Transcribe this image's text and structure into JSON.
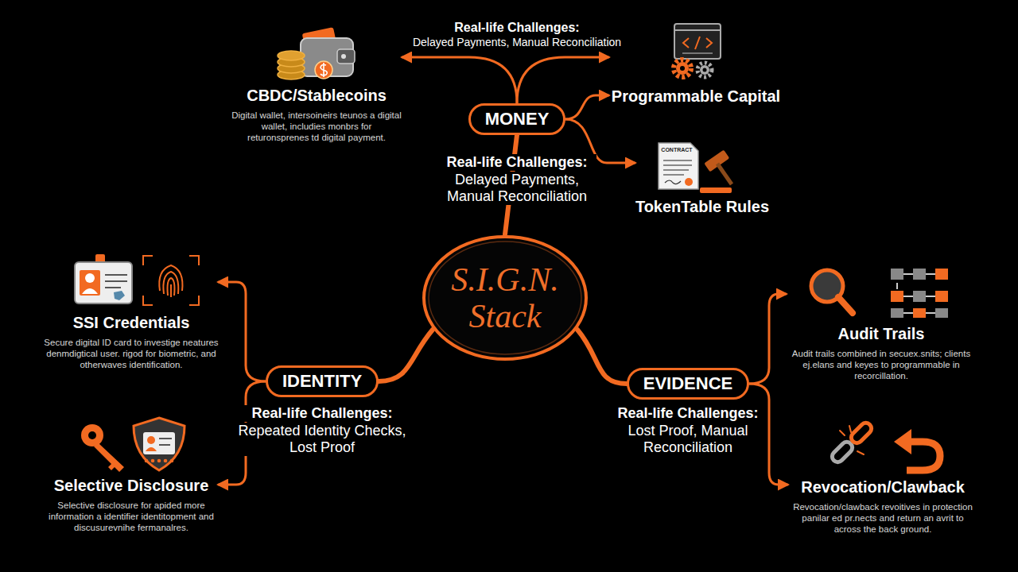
{
  "diagram": {
    "nodes": [
      {
        "text": [
          "S.I.G.N. Stack"
        ]
      },
      {
        "text": [
          "MONEY"
        ]
      },
      {
        "text": [
          "IDENTITY"
        ]
      },
      {
        "text": [
          "EVIDENCE"
        ]
      },
      {
        "text": [
          "CBDC/Stablecoins",
          "Digital wallet, intersoineirs teunos a digital wallet, includies monbrs for returonsprenes td digital payment."
        ]
      },
      {
        "text": [
          "Programmable Capital"
        ]
      },
      {
        "text": [
          "TokenTable Rules"
        ]
      },
      {
        "text": [
          "SSI Credentials",
          "Secure digital ID card to investige neatures denmdigtical user. rigod for biometric, and otherwaves identification."
        ]
      },
      {
        "text": [
          "Selective Disclosure",
          "Selective disclosure for apided more information a identifier identitopment and discusurevnihe fermanalres."
        ]
      },
      {
        "text": [
          "Audit Trails",
          "Audit trails combined in secuex.snits; clients ej.elans and keyes to programmable in recorcillation."
        ]
      },
      {
        "text": [
          "Revocation/Clawback",
          "Revocation/clawback revoitives in protection panilar ed pr.nects and return an avrit to across the back ground."
        ]
      }
    ],
    "edges": [
      {
        "from": 0,
        "to": 1,
        "arrow": "none"
      },
      {
        "from": 0,
        "to": 2,
        "arrow": "none"
      },
      {
        "from": 0,
        "to": 3,
        "arrow": "none"
      },
      {
        "from": 1,
        "to": 4,
        "arrow": "to"
      },
      {
        "from": 1,
        "to": 5,
        "arrow": "to"
      },
      {
        "from": 1,
        "to": 5,
        "arrow": "to"
      },
      {
        "from": 1,
        "to": 6,
        "arrow": "to"
      },
      {
        "from": 2,
        "to": 7,
        "arrow": "to"
      },
      {
        "from": 2,
        "to": 8,
        "arrow": "to"
      },
      {
        "from": 3,
        "to": 9,
        "arrow": "to"
      },
      {
        "from": 3,
        "to": 10,
        "arrow": "to"
      }
    ],
    "labels": [
      "Real-life Challenges:",
      "Delayed Payments, Manual Reconciliation",
      "Real-life Challenges:",
      "Delayed Payments, Manual Reconciliation",
      "Real-life Challenges:",
      "Repeated Identity Checks, Lost Proof",
      "Real-life Challenges:",
      "Lost Proof, Manual Reconciliation",
      "CONTRACT"
    ]
  }
}
